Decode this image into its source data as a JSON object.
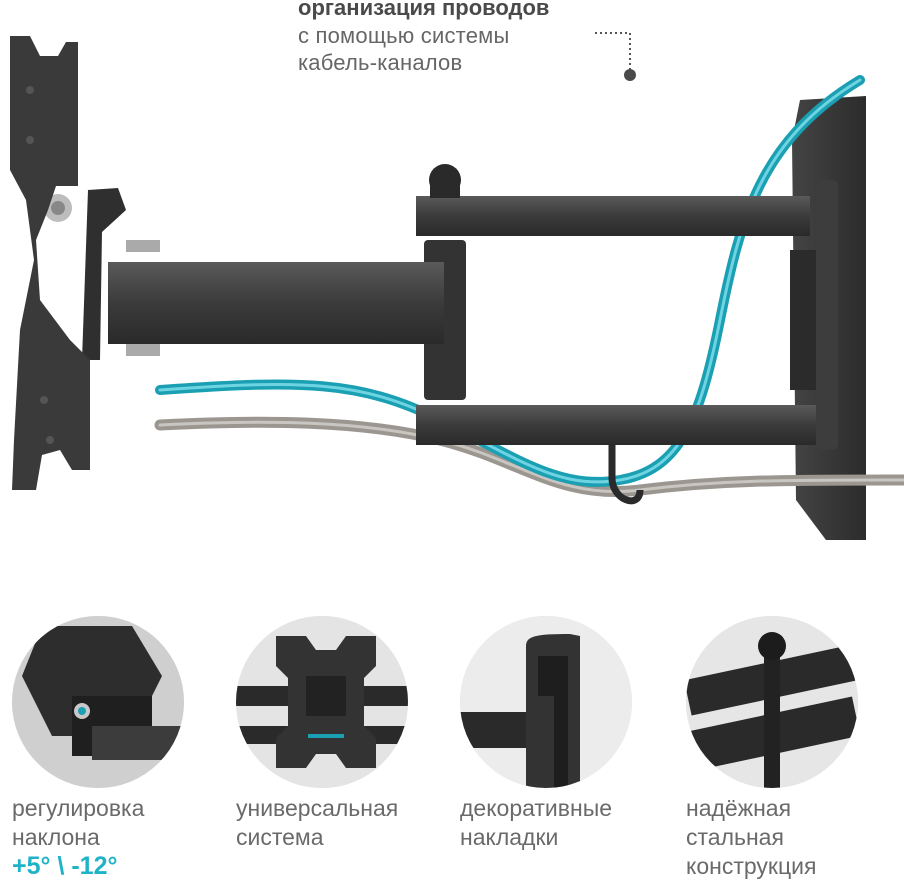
{
  "callout": {
    "line1": "организация проводов",
    "line2": "с помощью системы",
    "line3": "кабель-каналов"
  },
  "features": [
    {
      "line1": "регулировка",
      "line2": "наклона",
      "accent": "+5° \\ -12°"
    },
    {
      "line1": "универсальная",
      "line2": "система"
    },
    {
      "line1": "декоративные",
      "line2": "накладки"
    },
    {
      "line1": "надёжная",
      "line2": "стальная",
      "line3": "конструкция"
    }
  ],
  "colors": {
    "accent": "#1fb3c8",
    "steel": "#3a3a3a",
    "cable_blue": "#1a9fb3",
    "cable_grey": "#9b9690",
    "text": "#6a6a6a"
  }
}
